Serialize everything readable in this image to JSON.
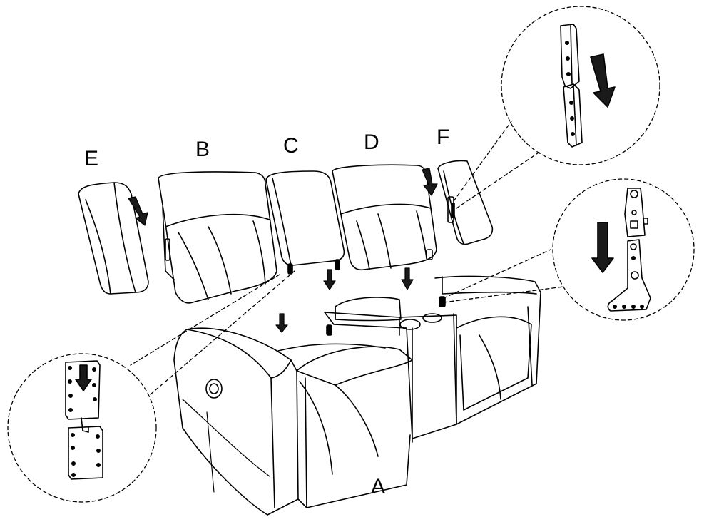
{
  "diagram": {
    "labels": {
      "a": "A",
      "b": "B",
      "c": "C",
      "d": "D",
      "e": "E",
      "f": "F"
    },
    "colors": {
      "line": "#000000",
      "background": "#ffffff",
      "arrow_fill": "#1a1a1a"
    }
  }
}
